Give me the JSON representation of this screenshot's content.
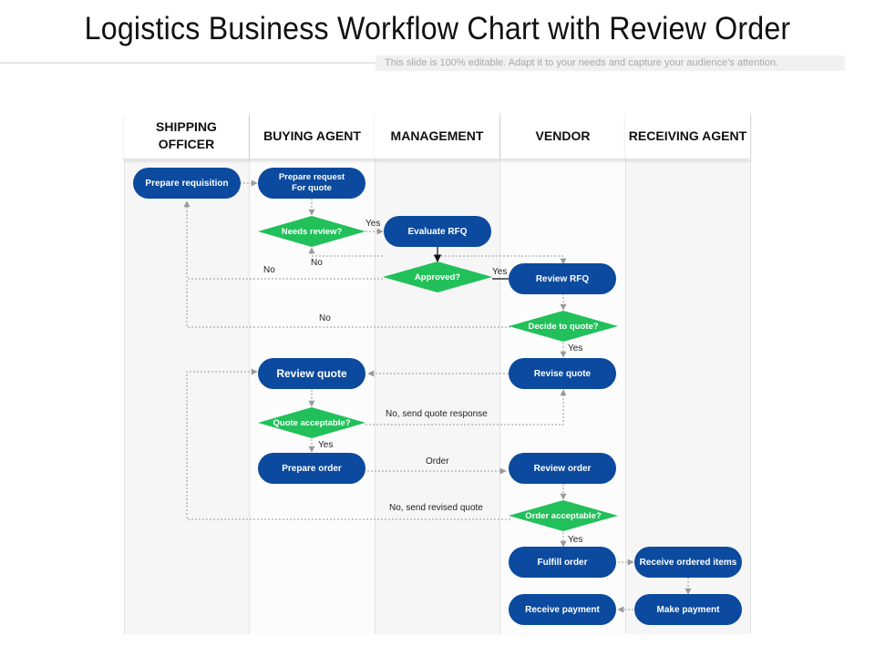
{
  "title": "Logistics Business Workflow Chart with Review Order",
  "subtitle": "This slide is 100% editable. Adapt it to your needs and capture your audience’s attention.",
  "lanes": [
    "SHIPPING OFFICER",
    "BUYING AGENT",
    "MANAGEMENT",
    "VENDOR",
    "RECEIVING AGENT"
  ],
  "nodes": {
    "prepare_requisition": "Prepare requisition",
    "prepare_request": "Prepare request For quote",
    "evaluate_rfq": "Evaluate RFQ",
    "review_rfq": "Review RFQ",
    "review_quote": "Review quote",
    "revise_quote": "Revise quote",
    "prepare_order": "Prepare order",
    "review_order": "Review order",
    "fulfill_order": "Fulfill order",
    "receive_ordered_items": "Receive ordered items",
    "receive_payment": "Receive payment",
    "make_payment": "Make payment"
  },
  "decisions": {
    "needs_review": "Needs review?",
    "approved": "Approved?",
    "decide_to_quote": "Decide to quote?",
    "quote_acceptable": "Quote acceptable?",
    "order_acceptable": "Order acceptable?"
  },
  "edge_labels": {
    "needs_review_yes": "Yes",
    "needs_review_no": "No",
    "approved_no": "No",
    "approved_yes": "Yes",
    "decide_no": "No",
    "decide_yes": "Yes",
    "quote_no": "No, send quote response",
    "quote_yes": "Yes",
    "order": "Order",
    "order_no": "No, send revised quote",
    "order_yes": "Yes"
  },
  "colors": {
    "process": "#0b4a9e",
    "decision": "#22c05a",
    "connector": "#9a9a9a"
  }
}
